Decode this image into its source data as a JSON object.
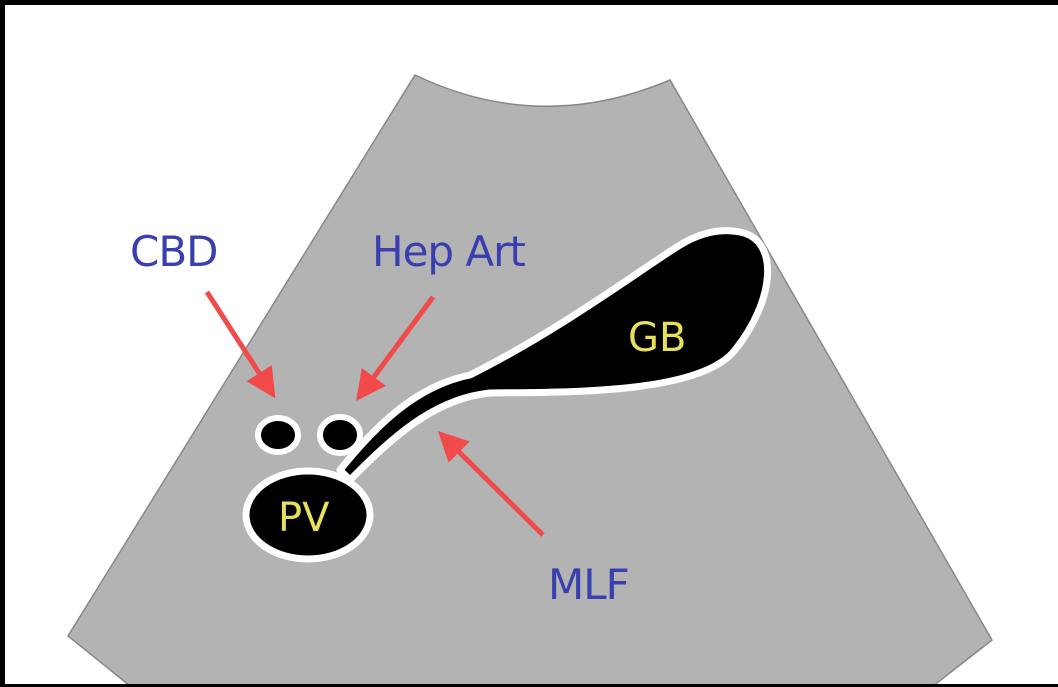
{
  "labels": {
    "cbd": "CBD",
    "hep_art": "Hep Art",
    "mlf": "MLF",
    "gb": "GB",
    "pv": "PV"
  },
  "colors": {
    "sector": "#b3b3b3",
    "label_blue": "#3a3fb0",
    "arrow_red": "#f04a4a",
    "structure_text": "#e8df5a"
  }
}
